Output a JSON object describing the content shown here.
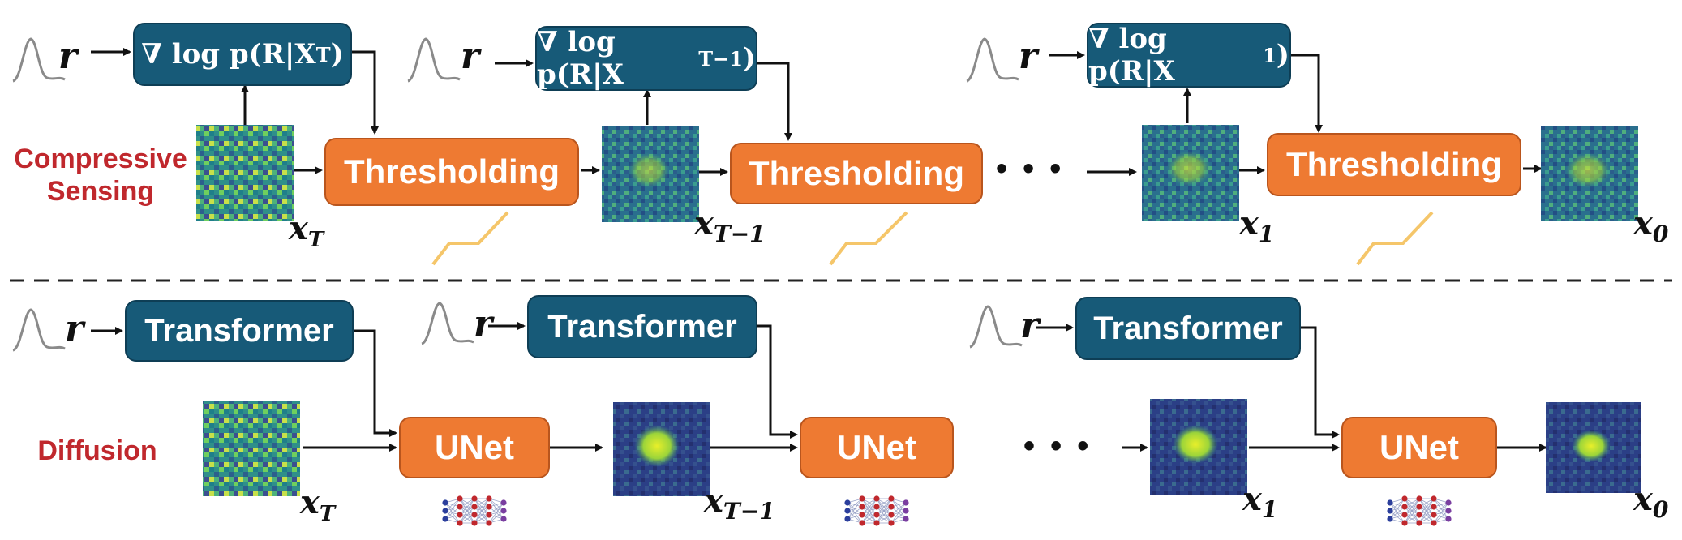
{
  "rows": [
    {
      "label": "Compressive\nSensing",
      "grad_blocks": [
        "∇ log p(R|X_T)",
        "∇ log p(R|X_{T−1})",
        "∇ log p(R|X_1)"
      ],
      "grad_parts": [
        {
          "pre": "∇ log p(R|X",
          "sub": "T",
          "post": ")"
        },
        {
          "pre": "∇ log p(R|X",
          "sub": "T−1",
          "post": ")"
        },
        {
          "pre": "∇ log p(R|X",
          "sub": "1",
          "post": ")"
        }
      ],
      "op_label": "Thresholding",
      "input_symbol": "r",
      "states": [
        {
          "sym": "x",
          "sub": "T"
        },
        {
          "sym": "x",
          "sub": "T−1"
        },
        {
          "sym": "x",
          "sub": "1"
        },
        {
          "sym": "x",
          "sub": "0"
        }
      ],
      "ellipsis": "• • •"
    },
    {
      "label": "Diffusion",
      "cond_label": "Transformer",
      "op_label": "UNet",
      "input_symbol": "r",
      "states": [
        {
          "sym": "x",
          "sub": "T"
        },
        {
          "sym": "x",
          "sub": "T−1"
        },
        {
          "sym": "x",
          "sub": "1"
        },
        {
          "sym": "x",
          "sub": "0"
        }
      ],
      "ellipsis": "• • •"
    }
  ],
  "colors": {
    "dark_blue": "#175a78",
    "orange": "#ee7a32",
    "label_red": "#c0282d",
    "threshold_curve": "#f5c66a"
  },
  "icons": [
    "spectrum-icon",
    "threshold-function-icon",
    "neural-network-icon",
    "noisy-image-icon"
  ]
}
